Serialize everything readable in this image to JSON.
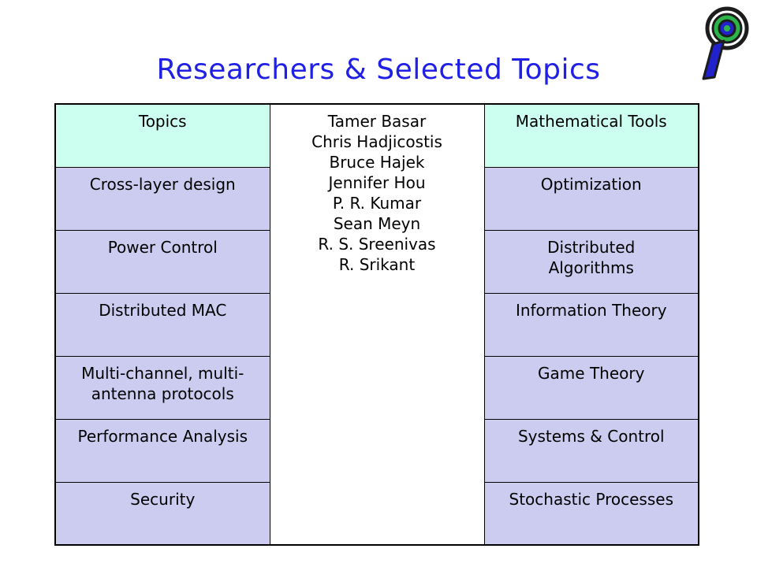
{
  "title": "Researchers & Selected Topics",
  "colors": {
    "title": "#1f1fe6",
    "header_fill": "#ccfff0",
    "row_fill": "#ccccf0",
    "logo_green": "#2db34a",
    "logo_blue": "#2222cc"
  },
  "logo": {
    "icon": "info-i-logo-icon"
  },
  "table": {
    "left_header": "Topics",
    "right_header": "Mathematical Tools",
    "rows": [
      {
        "topic": "Cross-layer design",
        "tool": "Optimization"
      },
      {
        "topic": "Power Control",
        "tool": "Distributed Algorithms"
      },
      {
        "topic": "Distributed MAC",
        "tool": "Information Theory"
      },
      {
        "topic": "Multi-channel, multi-antenna protocols",
        "tool": "Game Theory"
      },
      {
        "topic": "Performance Analysis",
        "tool": "Systems & Control"
      },
      {
        "topic": "Security",
        "tool": "Stochastic Processes"
      }
    ],
    "researchers": [
      "Tamer Basar",
      "Chris Hadjicostis",
      "Bruce Hajek",
      "Jennifer Hou",
      "P. R. Kumar",
      "Sean Meyn",
      "R. S. Sreenivas",
      "R. Srikant"
    ]
  }
}
